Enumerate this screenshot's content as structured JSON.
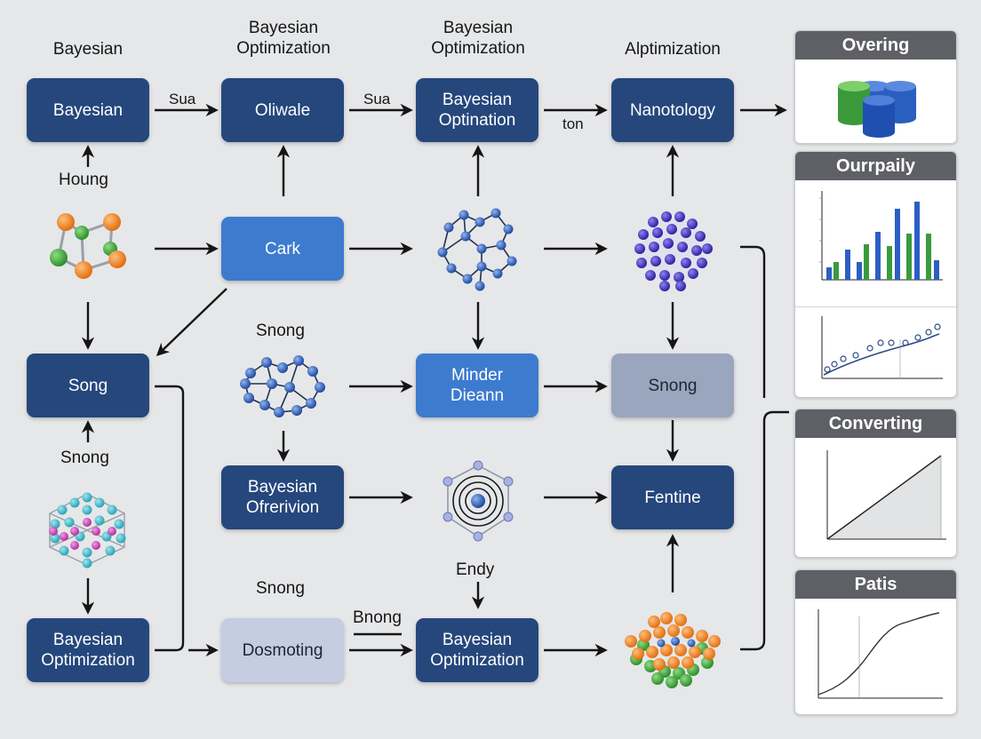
{
  "column_titles": [
    "Bayesian",
    "Bayesian\nOptimization",
    "Bayesian\nOptimization",
    "Alptimization"
  ],
  "boxes": {
    "r1c1": "Bayesian",
    "r1c2": "Oliwale",
    "r1c3": "Bayesian\nOptination",
    "r1c4": "Nanotology",
    "r2c2": "Cark",
    "r3c1": "Song",
    "r3c3": "Minder\nDieann",
    "r3c4": "Snong",
    "r4c2": "Bayesian\nOfrerivion",
    "r4c4": "Fentine",
    "r5c1": "Bayesian\nOptimization",
    "r5c2": "Dosmoting",
    "r5c3": "Bayesian\nOptimization"
  },
  "edge_labels": {
    "sua_1": "Sua",
    "sua_2": "Sua",
    "ton": "ton",
    "houng": "Houng",
    "snong_1": "Snong",
    "snong_2": "Snong",
    "snong_3": "Snong",
    "endy": "Endy",
    "bnong": "Bnong"
  },
  "panels": {
    "overing": "Overing",
    "ourrpaily": "Ourrpaily",
    "converting": "Converting",
    "patis": "Patis"
  },
  "colors": {
    "dark_box": "#25477c",
    "mid_box": "#3d7bcf",
    "gray_box": "#9aa6be",
    "light_box": "#c4cde2",
    "node_orange": "#f07f1e",
    "node_green": "#3fa33a",
    "node_blue": "#2a5bb0",
    "node_purple": "#4434b8"
  },
  "icons": [
    "molecule-icon",
    "network-icon",
    "nanoparticle-icon",
    "cluster-icon",
    "crystal-lattice-icon",
    "cage-molecule-icon",
    "layered-particles-icon",
    "database-icon"
  ]
}
